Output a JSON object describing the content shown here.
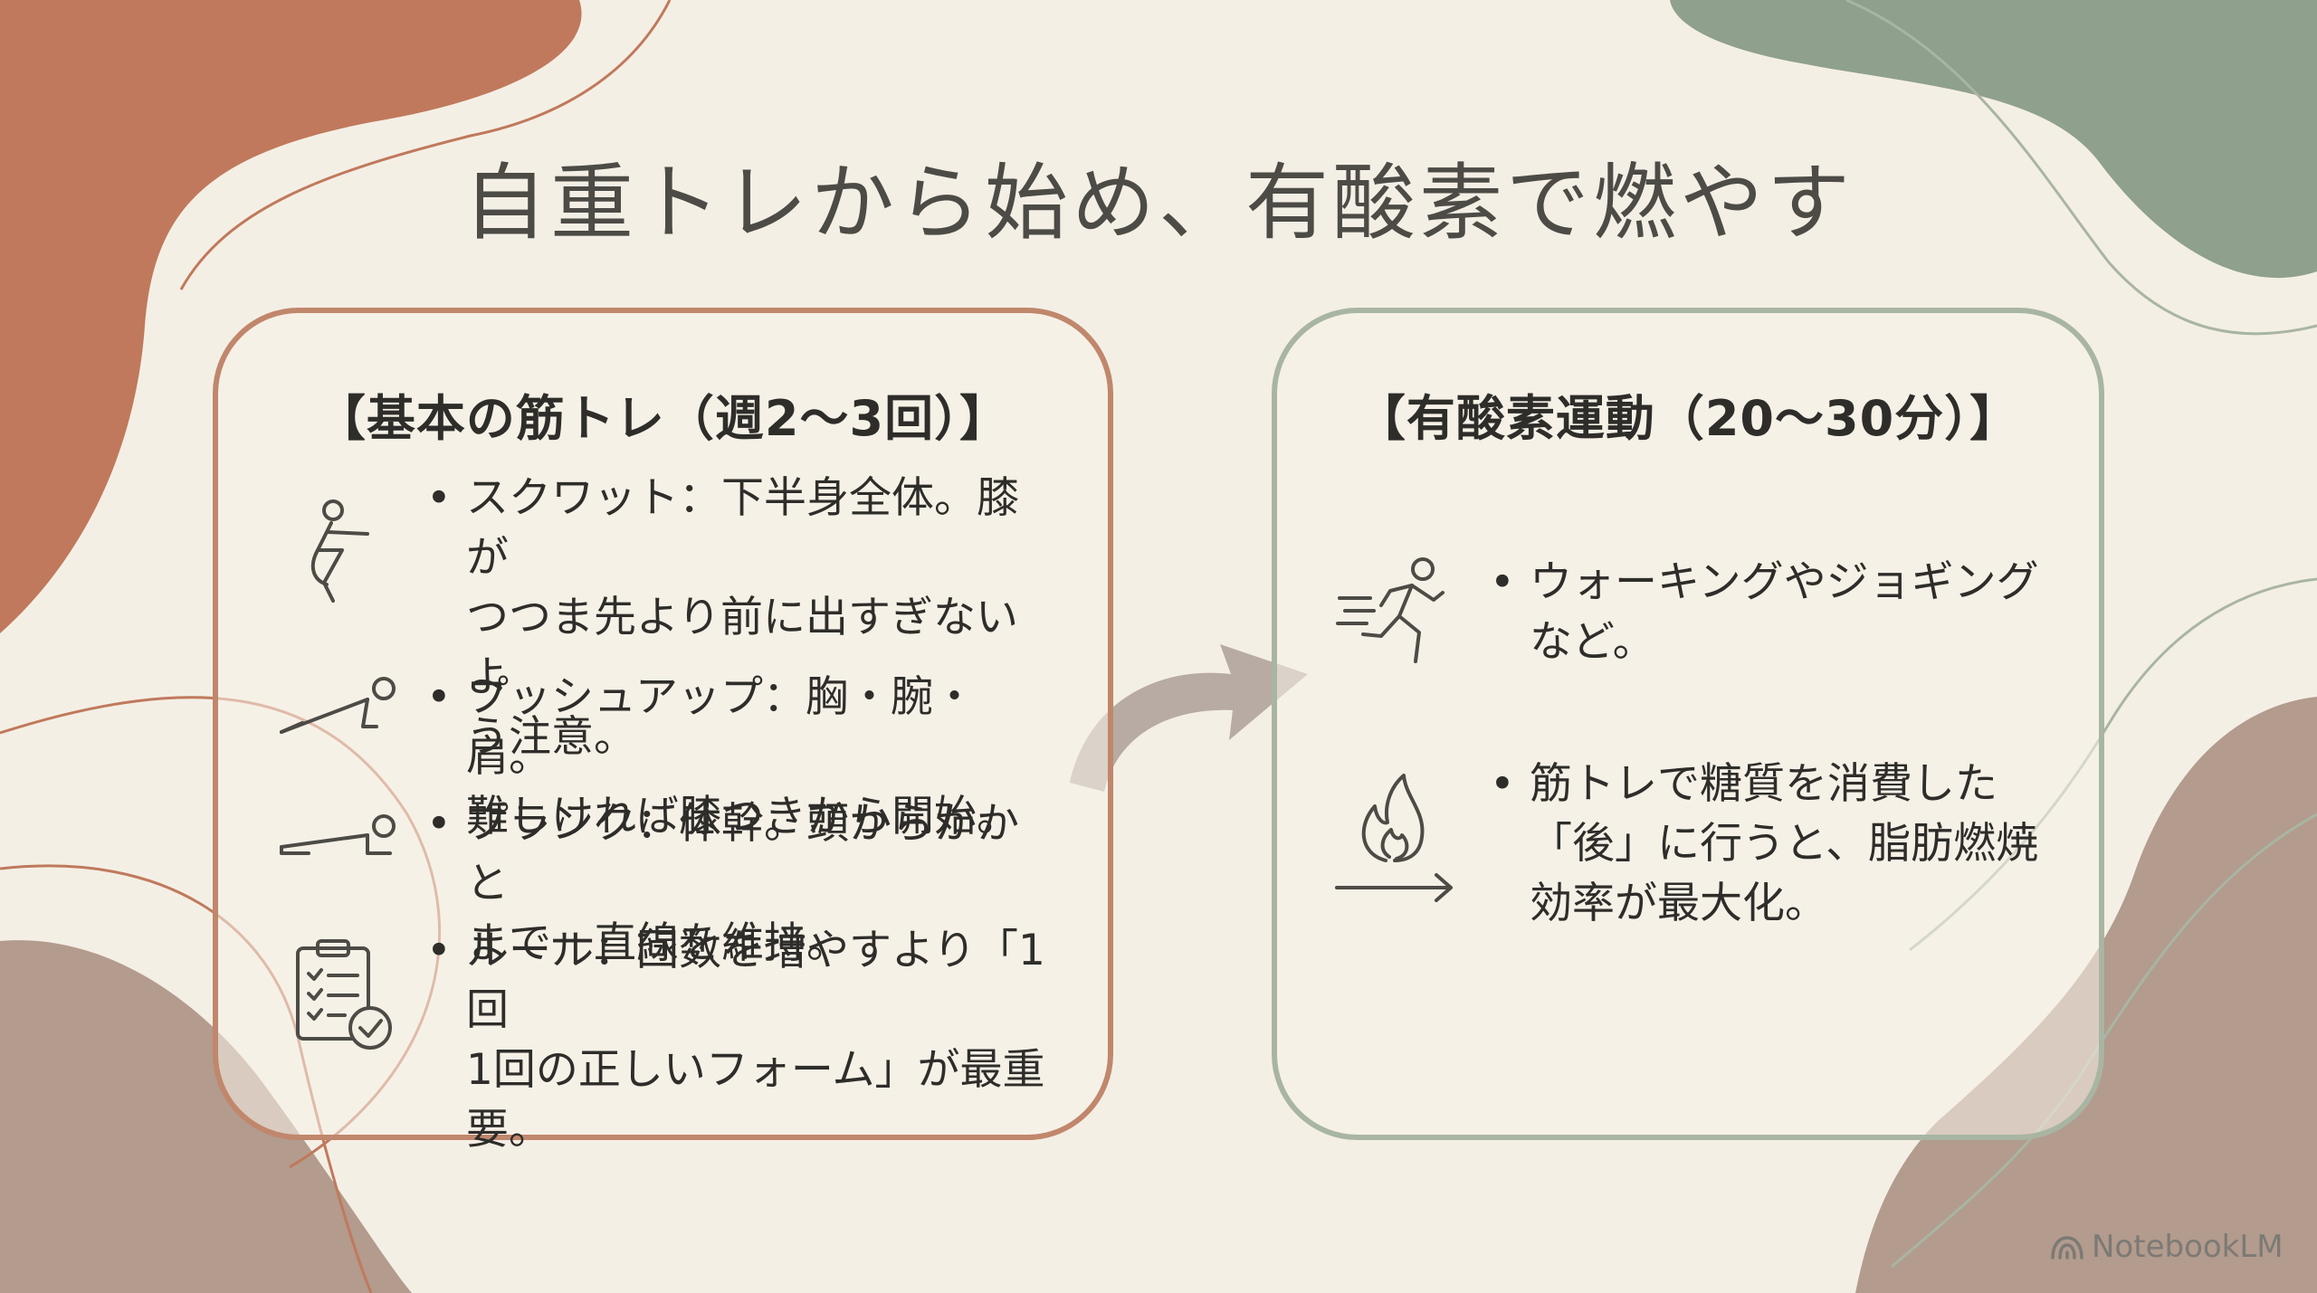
{
  "title": "自重トレから始め、有酸素で燃やす",
  "left_panel": {
    "heading": "【基本の筋トレ（週2〜3回）】",
    "items": [
      {
        "icon": "squat-icon",
        "text": "スクワット：下半身全体。膝が\nつつま先より前に出すぎないよ\nう注意。"
      },
      {
        "icon": "pushup-icon",
        "text": "プッシュアップ：胸・腕・肩。\n難しければ膝つきから開始。"
      },
      {
        "icon": "plank-icon",
        "text": "プランク：体幹。頭からかかと\nまで一直線を維持。"
      },
      {
        "icon": "clipboard-check-icon",
        "text": "ルール：回数を増やすより「1回\n1回の正しいフォーム」が最重\n要。"
      }
    ]
  },
  "right_panel": {
    "heading": "【有酸素運動（20〜30分）】",
    "items": [
      {
        "icon": "running-icon",
        "text": "ウォーキングやジョギング\nなど。"
      },
      {
        "icon": "fire-icon",
        "text": "筋トレで糖質を消費した\n「後」に行うと、脂肪燃焼\n効率が最大化。"
      }
    ]
  },
  "bullet": "•",
  "branding": {
    "logo_text": "NotebookLM"
  },
  "colors": {
    "background": "#f4efe5",
    "terracotta": "#c0795c",
    "sage": "#8fa08d",
    "taupe": "#b39b8d",
    "arrow": "#b8aba3"
  }
}
